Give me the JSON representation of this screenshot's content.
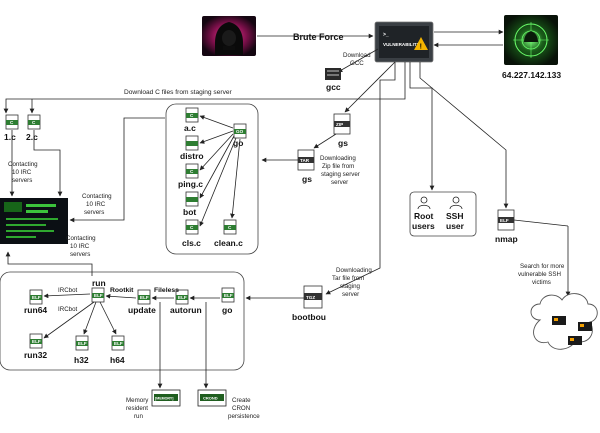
{
  "nodes": {
    "hacker": {
      "label": ""
    },
    "vuln": {
      "label": "VULNERABILITY"
    },
    "c2": {
      "label": "64.227.142.133"
    },
    "gcc": {
      "label": "gcc"
    },
    "brute_force": {
      "label": "Brute Force"
    },
    "download_gcc": {
      "label": "Download GCC"
    },
    "download_c_files": {
      "label": "Download C files from staging server"
    },
    "c1": {
      "label": "1.c",
      "badge": "C"
    },
    "c2file": {
      "label": "2.c",
      "badge": "C"
    },
    "contacting_left": {
      "label": "Contacting 10 IRC servers"
    },
    "contacting_mid": {
      "label": "Contacting 10 IRC servers"
    },
    "contacting_bottom": {
      "label": "Contacting 10 IRC servers"
    },
    "ac": {
      "label": "a.c",
      "badge": "C"
    },
    "distro": {
      "label": "distro",
      "badge": ""
    },
    "pingc": {
      "label": "ping.c",
      "badge": "C"
    },
    "bot": {
      "label": "bot",
      "badge": ""
    },
    "clsc": {
      "label": "cls.c",
      "badge": "C"
    },
    "cleanc": {
      "label": "clean.c",
      "badge": "C"
    },
    "go_top": {
      "label": "go",
      "badge": "GO"
    },
    "zip_gs": {
      "label": "gs",
      "badge": "ZIP"
    },
    "tar_gs": {
      "label": "gs",
      "badge": "TAR"
    },
    "downloading_zip": {
      "label": "Downloading Zip file from staging server"
    },
    "root_users": {
      "label": "Root users"
    },
    "ssh_user": {
      "label": "SSH user"
    },
    "nmap": {
      "label": "nmap",
      "badge": "ELF"
    },
    "search_ssh": {
      "label": "Search for more vulnerable SSH victims"
    },
    "downloading_tar": {
      "label": "Downloading Tar file from staging server"
    },
    "bootbou": {
      "label": "bootbou",
      "badge": "TGZ"
    },
    "run": {
      "label": "run",
      "badge": "ELF"
    },
    "run64": {
      "label": "run64",
      "badge": "ELF"
    },
    "run32": {
      "label": "run32",
      "badge": "ELF"
    },
    "h32": {
      "label": "h32",
      "badge": "ELF"
    },
    "h64": {
      "label": "h64",
      "badge": "ELF"
    },
    "update": {
      "label": "update",
      "badge": "ELF"
    },
    "autorun": {
      "label": "autorun",
      "badge": "ELF"
    },
    "go_bottom": {
      "label": "go",
      "badge": "ELF"
    },
    "ircbot1": {
      "label": "IRCbot"
    },
    "ircbot2": {
      "label": "IRCbot"
    },
    "rootkit": {
      "label": "Rootkit"
    },
    "fileless": {
      "label": "Fileless"
    },
    "memory_resident": {
      "label": "Memory resident run"
    },
    "cron": {
      "label": "Create CRON persistence",
      "badge": "CROND"
    },
    "mem_badge": {
      "badge": "[MEMORY]"
    }
  },
  "colors": {
    "accent_green": "#2e7d32",
    "hacker_red": "#c2185b",
    "dark_bg": "#0b0f14",
    "cloud_stroke": "#555555"
  }
}
